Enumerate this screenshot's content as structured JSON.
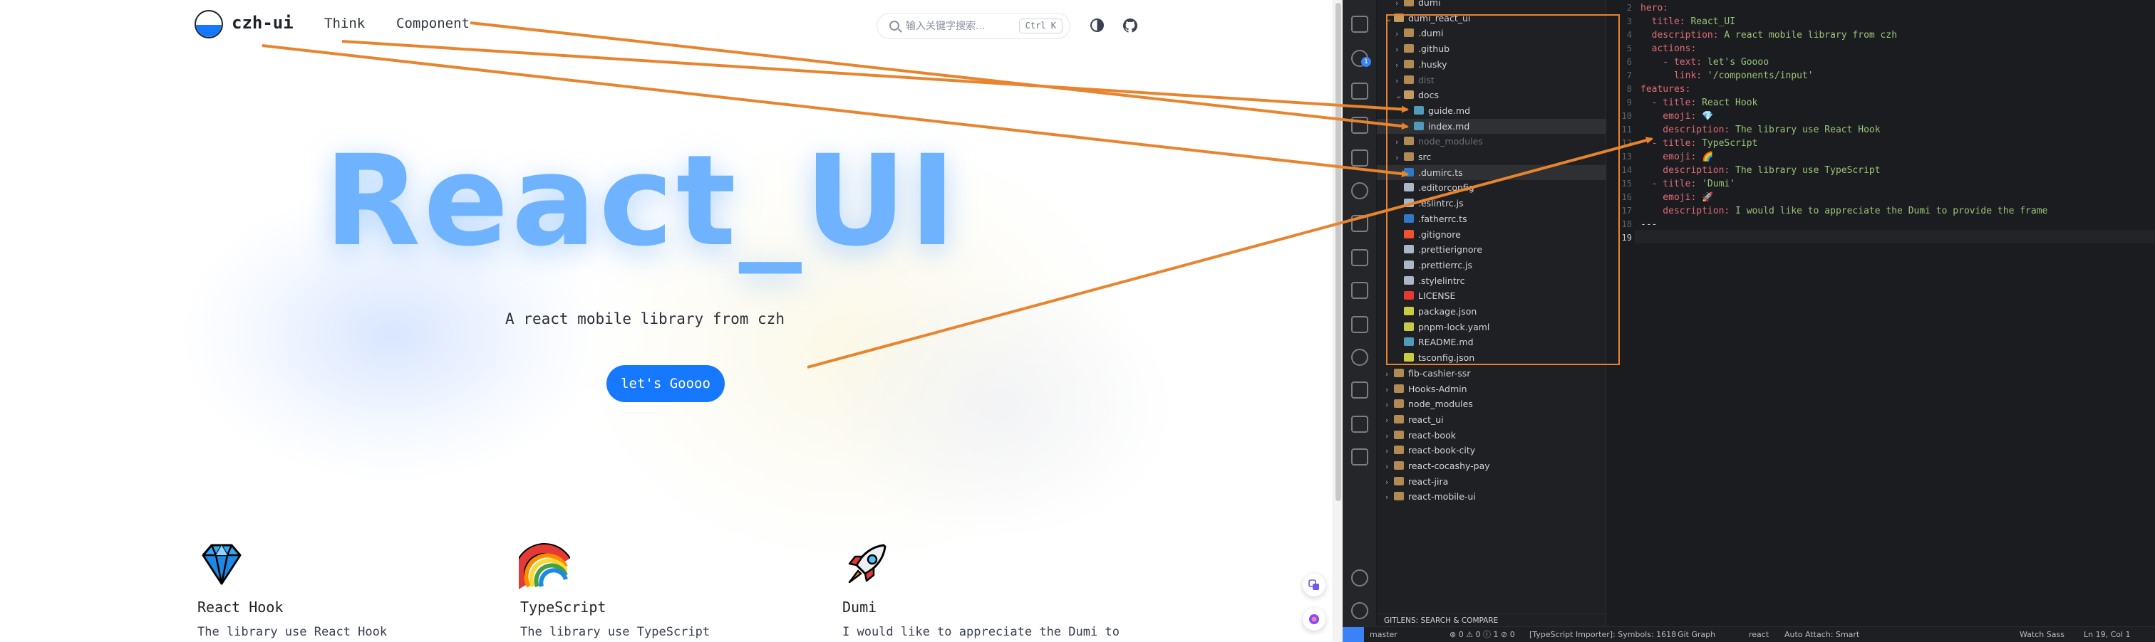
{
  "site": {
    "brand": "czh-ui",
    "nav": [
      "Think",
      "Component"
    ],
    "search": {
      "placeholder": "输入关键字搜索...",
      "shortcut": "Ctrl K"
    },
    "hero": {
      "title": "React_UI",
      "description": "A react mobile library from czh",
      "action": "let's Goooo"
    },
    "features": [
      {
        "title": "React Hook",
        "description": "The library use React Hook",
        "emoji": "diamond-emoji"
      },
      {
        "title": "TypeScript",
        "description": "The library use TypeScript",
        "emoji": "rainbow-emoji"
      },
      {
        "title": "Dumi",
        "description": "I would like to appreciate the Dumi to",
        "emoji": "rocket-emoji"
      }
    ]
  },
  "explorer": {
    "tree": [
      {
        "label": "dumi",
        "kind": "folder",
        "depth": 1,
        "open": false
      },
      {
        "label": "dumi_react_ui",
        "kind": "folder",
        "depth": 0,
        "open": true
      },
      {
        "label": ".dumi",
        "kind": "folder",
        "depth": 1,
        "open": false
      },
      {
        "label": ".github",
        "kind": "folder",
        "depth": 1,
        "open": false
      },
      {
        "label": ".husky",
        "kind": "folder",
        "depth": 1,
        "open": false
      },
      {
        "label": "dist",
        "kind": "folder",
        "depth": 1,
        "open": false,
        "dim": true
      },
      {
        "label": "docs",
        "kind": "folder",
        "depth": 1,
        "open": true
      },
      {
        "label": "guide.md",
        "kind": "md",
        "depth": 2
      },
      {
        "label": "index.md",
        "kind": "md",
        "depth": 2,
        "selected": true
      },
      {
        "label": "node_modules",
        "kind": "folder",
        "depth": 1,
        "open": false,
        "dim": true
      },
      {
        "label": "src",
        "kind": "folder",
        "depth": 1,
        "open": false
      },
      {
        "label": ".dumirc.ts",
        "kind": "ts",
        "depth": 1,
        "selected": true
      },
      {
        "label": ".editorconfig",
        "kind": "config",
        "depth": 1
      },
      {
        "label": ".eslintrc.js",
        "kind": "config",
        "depth": 1
      },
      {
        "label": ".fatherrc.ts",
        "kind": "ts",
        "depth": 1
      },
      {
        "label": ".gitignore",
        "kind": "git",
        "depth": 1
      },
      {
        "label": ".prettierignore",
        "kind": "config",
        "depth": 1
      },
      {
        "label": ".prettierrc.js",
        "kind": "config",
        "depth": 1
      },
      {
        "label": ".stylelintrc",
        "kind": "config",
        "depth": 1
      },
      {
        "label": "LICENSE",
        "kind": "license",
        "depth": 1
      },
      {
        "label": "package.json",
        "kind": "json",
        "depth": 1
      },
      {
        "label": "pnpm-lock.yaml",
        "kind": "yaml",
        "depth": 1
      },
      {
        "label": "README.md",
        "kind": "md",
        "depth": 1
      },
      {
        "label": "tsconfig.json",
        "kind": "json",
        "depth": 1
      },
      {
        "label": "fib-cashier-ssr",
        "kind": "folder",
        "depth": 0,
        "open": false
      },
      {
        "label": "Hooks-Admin",
        "kind": "folder",
        "depth": 0,
        "open": false
      },
      {
        "label": "node_modules",
        "kind": "folder",
        "depth": 0,
        "open": false
      },
      {
        "label": "react_ui",
        "kind": "folder",
        "depth": 0,
        "open": false
      },
      {
        "label": "react-book",
        "kind": "folder",
        "depth": 0,
        "open": false
      },
      {
        "label": "react-book-city",
        "kind": "folder",
        "depth": 0,
        "open": false
      },
      {
        "label": "react-cocashy-pay",
        "kind": "folder",
        "depth": 0,
        "open": false
      },
      {
        "label": "react-jira",
        "kind": "folder",
        "depth": 0,
        "open": false
      },
      {
        "label": "react-mobile-ui",
        "kind": "folder",
        "depth": 0,
        "open": false
      }
    ],
    "gitlens": "GITLENS: SEARCH & COMPARE"
  },
  "editor": {
    "line_numbers": [
      "2",
      "3",
      "4",
      "5",
      "6",
      "7",
      "8",
      "9",
      "10",
      "11",
      "12",
      "13",
      "14",
      "15",
      "16",
      "17",
      "18",
      "19"
    ],
    "current_line": "19",
    "lines": [
      [
        [
          "k",
          "hero:"
        ]
      ],
      [
        [
          "k",
          "  title: "
        ],
        [
          "s",
          "React_UI"
        ]
      ],
      [
        [
          "k",
          "  description: "
        ],
        [
          "s",
          "A react mobile library from czh"
        ]
      ],
      [
        [
          "k",
          "  actions:"
        ]
      ],
      [
        [
          "k",
          "    - text: "
        ],
        [
          "s",
          "let's Goooo"
        ]
      ],
      [
        [
          "k",
          "      link: "
        ],
        [
          "s",
          "'/components/input'"
        ]
      ],
      [
        [
          "k",
          "features:"
        ]
      ],
      [
        [
          "k",
          "  - title: "
        ],
        [
          "s",
          "React Hook"
        ]
      ],
      [
        [
          "k",
          "    emoji: "
        ],
        [
          "s",
          "💎"
        ]
      ],
      [
        [
          "k",
          "    description: "
        ],
        [
          "s",
          "The library use React Hook"
        ]
      ],
      [
        [
          "k",
          "  - title: "
        ],
        [
          "s",
          "TypeScript"
        ]
      ],
      [
        [
          "k",
          "    emoji: "
        ],
        [
          "s",
          "🌈"
        ]
      ],
      [
        [
          "k",
          "    description: "
        ],
        [
          "s",
          "The library use TypeScript"
        ]
      ],
      [
        [
          "k",
          "  - title: "
        ],
        [
          "s",
          "'Dumi'"
        ]
      ],
      [
        [
          "k",
          "    emoji: "
        ],
        [
          "s",
          "🚀"
        ]
      ],
      [
        [
          "k",
          "    description: "
        ],
        [
          "s",
          "I would like to appreciate the Dumi to provide the frame"
        ]
      ],
      [
        [
          "d",
          "---"
        ]
      ],
      [
        [
          "d",
          ""
        ]
      ]
    ]
  },
  "statusbar": {
    "branch": "master",
    "problems": "⊗ 0 ⚠ 0 ⓘ 1",
    "ports": "⊘ 0",
    "symbols": "[TypeScript Importer]: Symbols: 1618",
    "git_graph": "Git Graph",
    "react": "react",
    "auto_attach": "Auto Attach: Smart",
    "watch": "Watch Sass",
    "position": "Ln 19, Col 1"
  },
  "colors": {
    "primary": "#1677ff",
    "hero_title": "#6fb3ff",
    "annotation": "#e8842e",
    "yaml_key": "#e06c75",
    "yaml_value": "#98c379"
  }
}
